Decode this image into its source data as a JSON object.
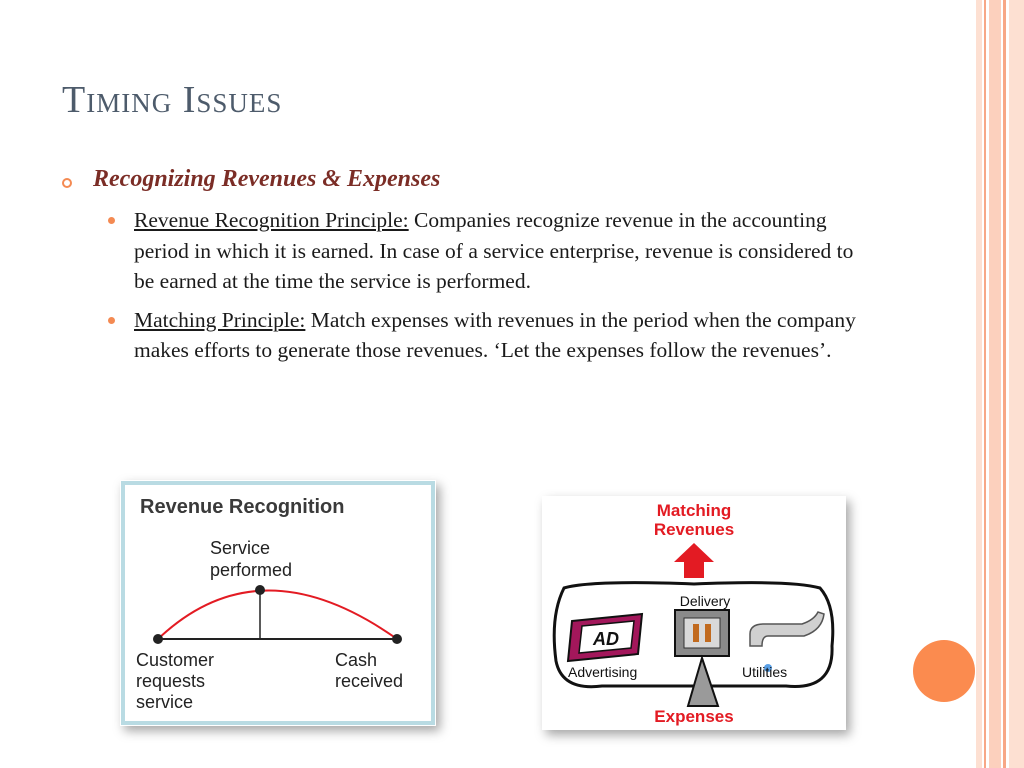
{
  "slide": {
    "title": "Timing Issues",
    "heading": "Recognizing Revenues & Expenses",
    "bullets": [
      {
        "term": "Revenue Recognition Principle:",
        "text": " Companies recognize revenue in the accounting period in which it is earned. In case of a service enterprise, revenue is considered to be earned at the time the service is performed."
      },
      {
        "term": "Matching Principle:",
        "text": " Match expenses with revenues in the period when the company makes efforts to generate those revenues. ‘Let the expenses follow the revenues’."
      }
    ]
  },
  "figure_revenue": {
    "title": "Revenue Recognition",
    "service_line1": "Service",
    "service_line2": "performed",
    "customer_line1": "Customer",
    "customer_line2": "requests",
    "customer_line3": "service",
    "cash_line1": "Cash",
    "cash_line2": "received"
  },
  "figure_matching": {
    "title_line1": "Matching",
    "title_line2": "Revenues",
    "delivery": "Delivery",
    "ad": "AD",
    "advertising": "Advertising",
    "utilities": "Utilities",
    "expenses": "Expenses"
  },
  "colors": {
    "accent": "#f48a52",
    "title": "#4d5b6b",
    "heading": "#7b2d26",
    "figure_red": "#e31b23",
    "figure_frame": "#b9dbe3"
  }
}
